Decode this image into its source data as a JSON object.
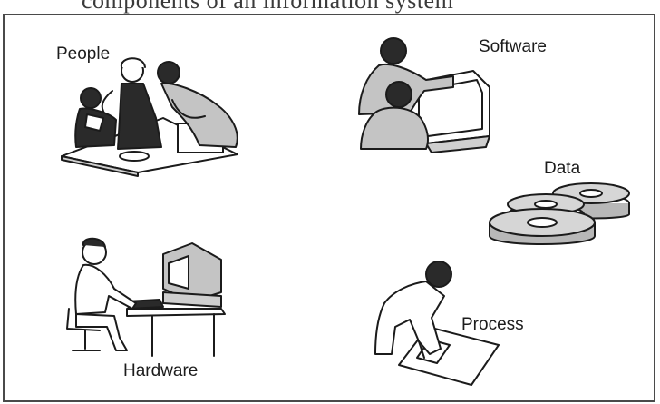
{
  "header": {
    "cut_off_text": "components of an information system"
  },
  "labels": {
    "people": "People",
    "software": "Software",
    "data": "Data",
    "hardware": "Hardware",
    "process": "Process"
  },
  "illustrations": {
    "people": "group-of-people-at-table-icon",
    "software": "people-at-monitor-icon",
    "data": "disk-stack-icon",
    "hardware": "person-at-computer-icon",
    "process": "person-writing-icon"
  },
  "colors": {
    "ink": "#1b1b1b",
    "shade": "#b8b8b8",
    "dark": "#2a2a2a",
    "light": "#ffffff"
  }
}
